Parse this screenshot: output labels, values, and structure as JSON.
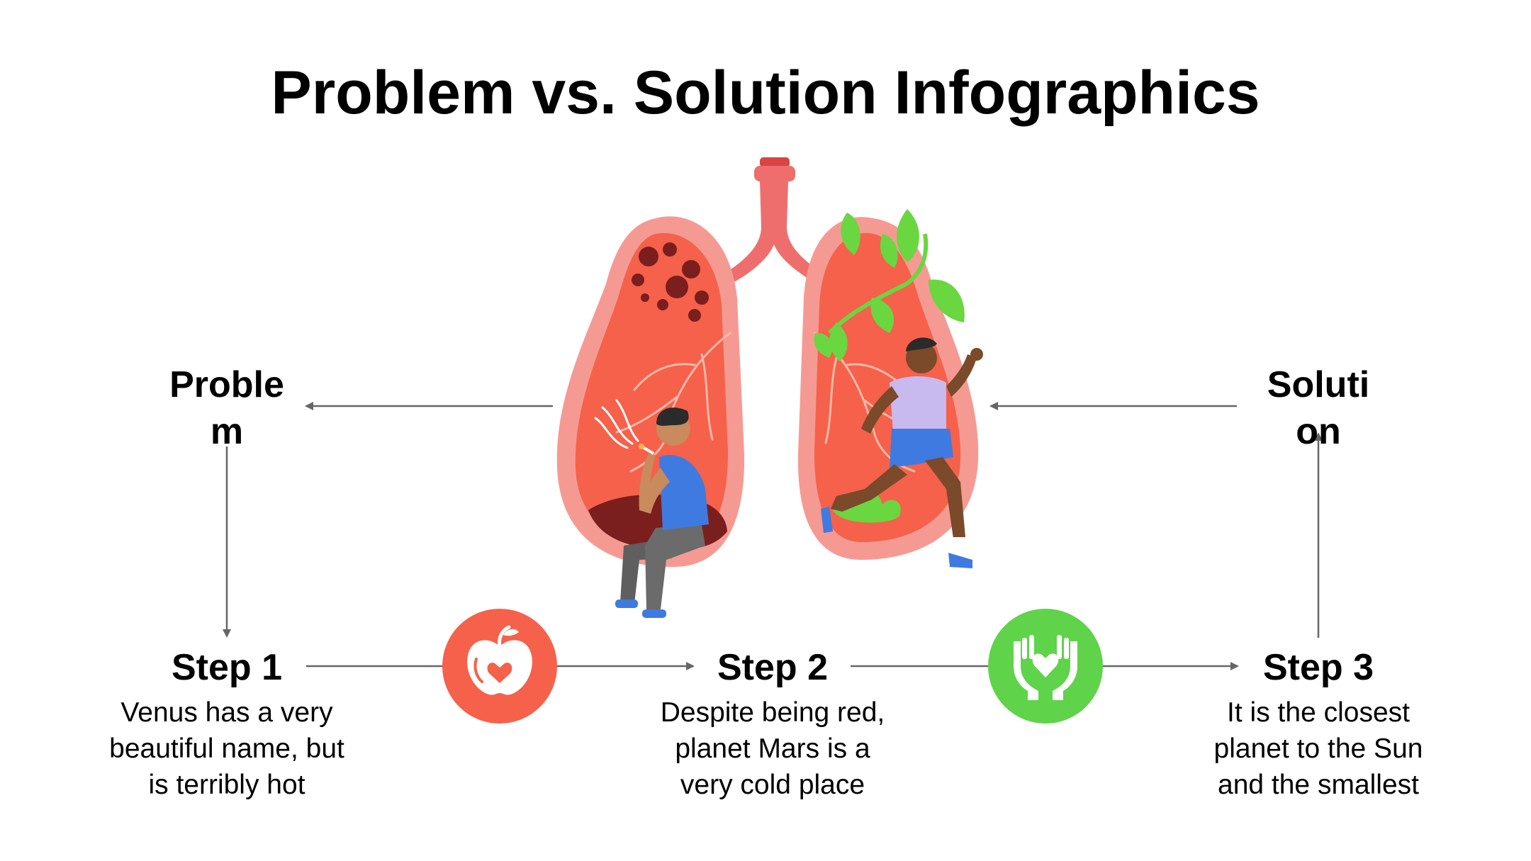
{
  "title": "Problem vs. Solution Infographics",
  "problem": {
    "line1": "Proble",
    "line2": "m"
  },
  "solution": {
    "line1": "Soluti",
    "line2": "on"
  },
  "steps": [
    {
      "title": "Step 1",
      "lines": [
        "Venus has a very",
        "beautiful name, but",
        "is terribly hot"
      ]
    },
    {
      "title": "Step 2",
      "lines": [
        "Despite being red,",
        "planet Mars is a",
        "very cold place"
      ]
    },
    {
      "title": "Step 3",
      "lines": [
        "It is the closest",
        "planet to the Sun",
        "and the smallest"
      ]
    }
  ],
  "icons": {
    "step1_to_step2": "apple-heart-icon",
    "step2_to_step3": "hands-heart-icon",
    "illustration": "lungs-illustration"
  },
  "colors": {
    "problem_circle": "#f5614a",
    "solution_circle": "#5fd34a",
    "arrow": "#666666",
    "lung_outer": "#f59a93",
    "lung_inner": "#f5614a",
    "trachea": "#ee6e6e",
    "leaf": "#6ad640"
  }
}
